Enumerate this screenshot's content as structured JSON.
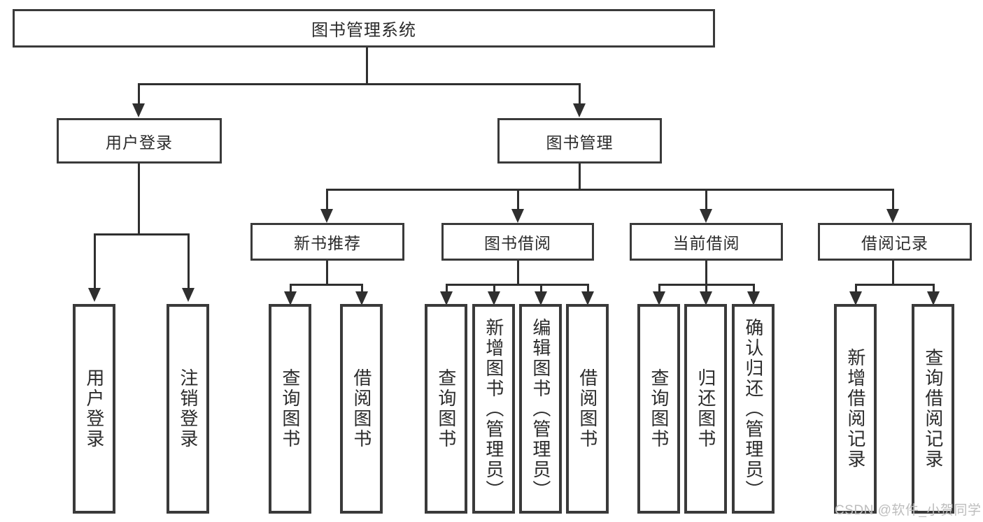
{
  "diagram": {
    "title": "图书管理系统",
    "type": "tree",
    "root": {
      "label": "图书管理系统"
    },
    "level2": [
      {
        "id": "user-login",
        "label": "用户登录"
      },
      {
        "id": "book-management",
        "label": "图书管理"
      }
    ],
    "level3": [
      {
        "id": "new-book-recommend",
        "label": "新书推荐"
      },
      {
        "id": "book-borrow",
        "label": "图书借阅"
      },
      {
        "id": "current-borrow",
        "label": "当前借阅"
      },
      {
        "id": "borrow-record",
        "label": "借阅记录"
      }
    ],
    "leaves": [
      {
        "id": "leaf-user-login",
        "label": "用户登录",
        "parent": "user-login"
      },
      {
        "id": "leaf-user-logout",
        "label": "注销登录",
        "parent": "user-login"
      },
      {
        "id": "leaf-query-book-1",
        "label": "查询图书",
        "parent": "new-book-recommend"
      },
      {
        "id": "leaf-borrow-book-1",
        "label": "借阅图书",
        "parent": "new-book-recommend"
      },
      {
        "id": "leaf-query-book-2",
        "label": "查询图书",
        "parent": "book-borrow"
      },
      {
        "id": "leaf-add-book",
        "label": "新增图书（管理员）",
        "parent": "book-borrow"
      },
      {
        "id": "leaf-edit-book",
        "label": "编辑图书（管理员）",
        "parent": "book-borrow"
      },
      {
        "id": "leaf-borrow-book-2",
        "label": "借阅图书",
        "parent": "book-borrow"
      },
      {
        "id": "leaf-query-book-3",
        "label": "查询图书",
        "parent": "current-borrow"
      },
      {
        "id": "leaf-return-book",
        "label": "归还图书",
        "parent": "current-borrow"
      },
      {
        "id": "leaf-confirm-return",
        "label": "确认归还（管理员）",
        "parent": "current-borrow"
      },
      {
        "id": "leaf-add-record",
        "label": "新增借阅记录",
        "parent": "borrow-record"
      },
      {
        "id": "leaf-query-record",
        "label": "查询借阅记录",
        "parent": "borrow-record"
      }
    ]
  },
  "watermark": {
    "text": "CSDN @软件_小贺同学"
  },
  "colors": {
    "stroke": "#3a3a3a",
    "connector": "#2f2f2f",
    "text": "#2b2b2b",
    "background": "#ffffff",
    "watermark": "#bdbdbd"
  }
}
